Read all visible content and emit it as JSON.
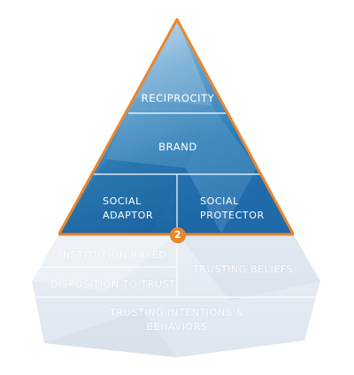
{
  "diagram": {
    "marker_number": "2",
    "colors": {
      "top_section": "#2f7fb8",
      "top_section_light": "#a9cbe4",
      "base_section": "#e3ebf3",
      "outline": "#e8862f",
      "divider": "#ffffff"
    },
    "upper_levels": {
      "reciprocity": "RECIPROCITY",
      "brand": "BRAND",
      "social_adaptor_line1": "SOCIAL",
      "social_adaptor_line2": "ADAPTOR",
      "social_protector_line1": "SOCIAL",
      "social_protector_line2": "PROTECTOR"
    },
    "base_levels": {
      "institution_based": "INSTITUTION-BASED",
      "disposition_to_trust": "DISPOSITION TO TRUST",
      "trusting_beliefs": "TRUSTING BELIEFS",
      "trusting_intentions_line1": "TRUSTING INTENTIONS &",
      "trusting_intentions_line2": "BEHAVIORS"
    }
  }
}
